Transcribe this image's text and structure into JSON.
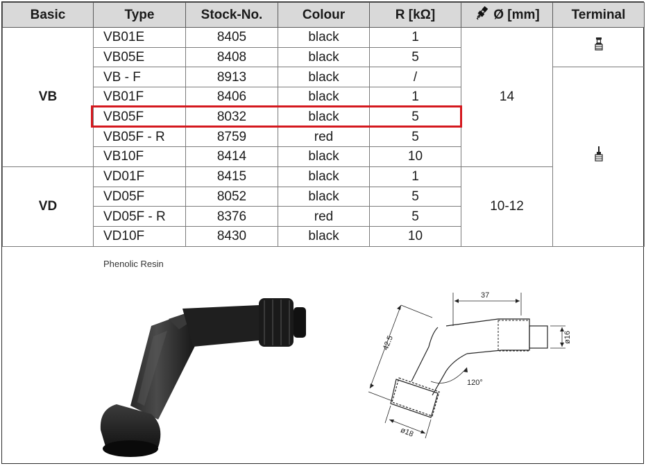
{
  "table": {
    "headers": {
      "basic": "Basic",
      "type": "Type",
      "stock": "Stock-No.",
      "colour": "Colour",
      "resistance": "R [kΩ]",
      "diameter": "Ø [mm]",
      "terminal": "Terminal"
    },
    "groups": {
      "vb": "VB",
      "vd": "VD"
    },
    "diameters": {
      "vb": "14",
      "vd": "10-12"
    },
    "rows": [
      {
        "type": "VB01E",
        "stock": "8405",
        "colour": "black",
        "r": "1"
      },
      {
        "type": "VB05E",
        "stock": "8408",
        "colour": "black",
        "r": "5"
      },
      {
        "type": "VB - F",
        "stock": "8913",
        "colour": "black",
        "r": "/"
      },
      {
        "type": "VB01F",
        "stock": "8406",
        "colour": "black",
        "r": "1"
      },
      {
        "type": "VB05F",
        "stock": "8032",
        "colour": "black",
        "r": "5"
      },
      {
        "type": "VB05F - R",
        "stock": "8759",
        "colour": "red",
        "r": "5"
      },
      {
        "type": "VB10F",
        "stock": "8414",
        "colour": "black",
        "r": "10"
      },
      {
        "type": "VD01F",
        "stock": "8415",
        "colour": "black",
        "r": "1"
      },
      {
        "type": "VD05F",
        "stock": "8052",
        "colour": "black",
        "r": "5"
      },
      {
        "type": "VD05F - R",
        "stock": "8376",
        "colour": "red",
        "r": "5"
      },
      {
        "type": "VD10F",
        "stock": "8430",
        "colour": "black",
        "r": "10"
      }
    ],
    "highlight_color": "#d4181e",
    "header_bg": "#d9d9d9"
  },
  "icons": {
    "header_diameter": "spark-plug-icon",
    "terminal_top": "screw-terminal-icon",
    "terminal_bottom": "pin-terminal-icon"
  },
  "product": {
    "material": "Phenolic Resin"
  },
  "drawing": {
    "dim_length": "37",
    "dim_height": "42.5",
    "dim_right_dia": "ø16",
    "dim_bottom_dia": "ø18",
    "angle": "120°"
  }
}
